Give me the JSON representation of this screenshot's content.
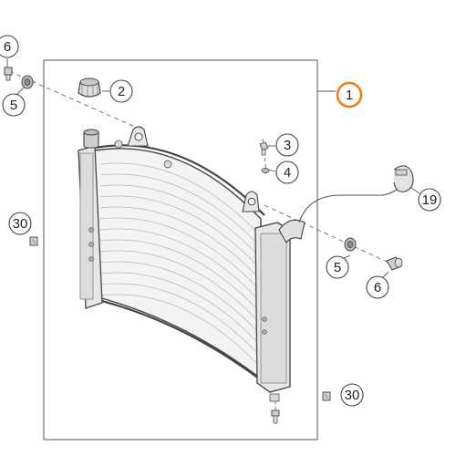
{
  "diagram": {
    "accent_color": "#ee7a1a",
    "callouts": [
      {
        "id": "c1",
        "label": "1",
        "highlighted": true
      },
      {
        "id": "c2",
        "label": "2",
        "highlighted": false
      },
      {
        "id": "c3",
        "label": "3",
        "highlighted": false
      },
      {
        "id": "c4",
        "label": "4",
        "highlighted": false
      },
      {
        "id": "c5a",
        "label": "5",
        "highlighted": false
      },
      {
        "id": "c5b",
        "label": "5",
        "highlighted": false
      },
      {
        "id": "c6a",
        "label": "6",
        "highlighted": false
      },
      {
        "id": "c6b",
        "label": "6",
        "highlighted": false
      },
      {
        "id": "c19",
        "label": "19",
        "highlighted": false
      },
      {
        "id": "c30a",
        "label": "30",
        "highlighted": false
      },
      {
        "id": "c30b",
        "label": "30",
        "highlighted": false
      }
    ]
  }
}
